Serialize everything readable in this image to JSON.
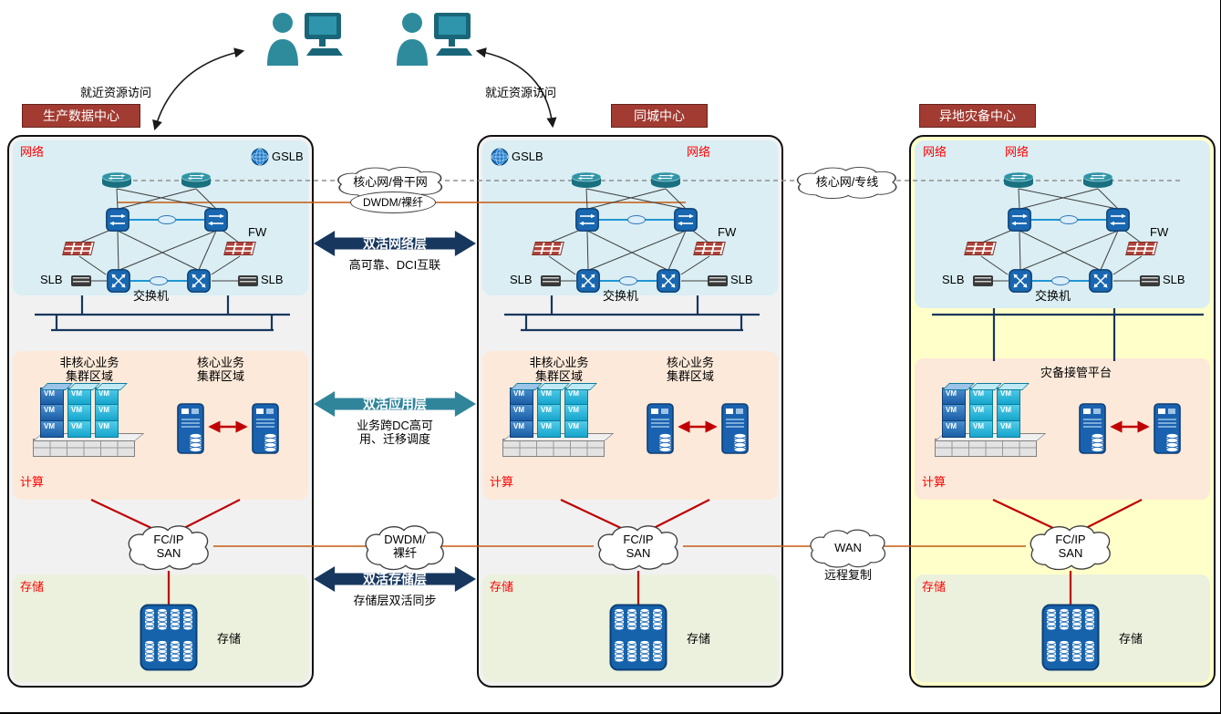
{
  "colors": {
    "title_bg": "#A23B32",
    "zone_label_red": "#FF0000",
    "network_zone_bg": "#DAEEF3",
    "compute_zone_bg": "#FDE9D9",
    "storage_zone_bg": "#EBF1DD",
    "panel_bg": "#F1F1F1",
    "dr_panel_bg": "#FFFFC9",
    "navy_arrow": "#17375E",
    "teal_arrow": "#31859B",
    "link_orange": "#C55A11",
    "line_red": "#C00000",
    "device_blue": "#1663AC",
    "vm_cyan": "#2AB4D9",
    "people_teal": "#2E8B9C"
  },
  "top": {
    "access_left": "就近资源访问",
    "access_right": "就近资源访问"
  },
  "centers": [
    {
      "title": "生产数据中心",
      "network_label": "网络",
      "gslb": "GSLB",
      "fw": "FW",
      "slb_left": "SLB",
      "slb_right": "SLB",
      "switch_caption": "交换机",
      "noncore": "非核心业务\n集群区域",
      "core": "核心业务\n集群区域",
      "compute_label": "计算",
      "san": "FC/IP\nSAN",
      "storage_zone": "存储",
      "storage_device": "存储",
      "vm": "VM"
    },
    {
      "title": "同城中心",
      "network_label": "网络",
      "gslb": "GSLB",
      "fw": "FW",
      "slb_left": "SLB",
      "slb_right": "SLB",
      "switch_caption": "交换机",
      "noncore": "非核心业务\n集群区域",
      "core": "核心业务\n集群区域",
      "compute_label": "计算",
      "san": "FC/IP\nSAN",
      "storage_zone": "存储",
      "storage_device": "存储",
      "vm": "VM"
    },
    {
      "title": "异地灾备中心",
      "network_label": "网络",
      "network_label2": "网络",
      "fw": "FW",
      "slb_left": "SLB",
      "slb_right": "SLB",
      "switch_caption": "交换机",
      "platform": "灾备接管平台",
      "compute_label": "计算",
      "san": "FC/IP\nSAN",
      "storage_zone": "存储",
      "storage_device": "存储",
      "vm": "VM"
    }
  ],
  "links": {
    "backbone_cloud": "核心网/骨干网",
    "dwdm_fiber_oval": "DWDM/裸纤",
    "net_arrow": "双活网络层",
    "net_arrow_sub": "高可靠、DCI互联",
    "app_arrow": "双活应用层",
    "app_arrow_sub": "业务跨DC高可\n用、迁移调度",
    "dwdm_cloud": "DWDM/\n裸纤",
    "storage_arrow": "双活存储层",
    "storage_arrow_sub": "存储层双活同步",
    "dedicated_cloud": "核心网/专线",
    "wan_cloud": "WAN",
    "wan_sub": "远程复制"
  }
}
